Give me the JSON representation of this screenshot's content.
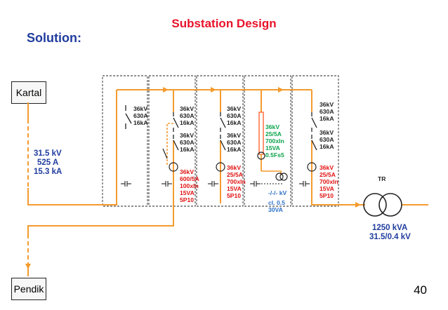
{
  "title": "Substation Design",
  "subtitle": "Solution:",
  "page_number": "40",
  "colors": {
    "title": "#e8132a",
    "subtitle": "#1f3c9e",
    "bus": "#f49b2e",
    "fuse": "#ff6633",
    "green": "#0aa34a",
    "blue": "#2b6fc9",
    "red": "#e11111",
    "dark": "#222222"
  },
  "nodes": {
    "source": "Kartal",
    "destination": "Pendik"
  },
  "incoming_line": {
    "voltage": "31.5 kV",
    "current": "525 A",
    "short_circuit": "15.3 kA"
  },
  "transformer": {
    "label": "TR",
    "power": "1250 kVA",
    "ratio": "31.5/0.4 kV"
  },
  "cells": [
    {
      "id": "cell-1",
      "switch_1": [
        "36kV",
        "630A",
        "16kA"
      ]
    },
    {
      "id": "cell-2",
      "switch_1": [
        "36kV",
        "630A",
        "16kA"
      ],
      "switch_2": [
        "36kV",
        "630A",
        "16kA"
      ],
      "ct": [
        "36kV",
        "600/5A",
        "100xIn",
        "15VA",
        "5P10"
      ]
    },
    {
      "id": "cell-3",
      "switch_1": [
        "36kV",
        "630A",
        "16kA"
      ],
      "switch_2": [
        "36kV",
        "630A",
        "16kA"
      ],
      "ct": [
        "36kV",
        "25/5A",
        "700xIn",
        "15VA",
        "5P10"
      ]
    },
    {
      "id": "cell-4",
      "fuse": [
        "36kV",
        "25/5A",
        "700xIn",
        "15VA",
        "0.5Fs5"
      ],
      "vt": {
        "ratio": "-/-/- kV",
        "class": "cl. 0.5",
        "burden": "30VA"
      }
    },
    {
      "id": "cell-5",
      "switch_1": [
        "36kV",
        "630A",
        "16kA"
      ],
      "switch_2": [
        "36kV",
        "630A",
        "16kA"
      ],
      "ct": [
        "36kV",
        "25/5A",
        "700xIn",
        "15VA",
        "5P10"
      ]
    }
  ]
}
